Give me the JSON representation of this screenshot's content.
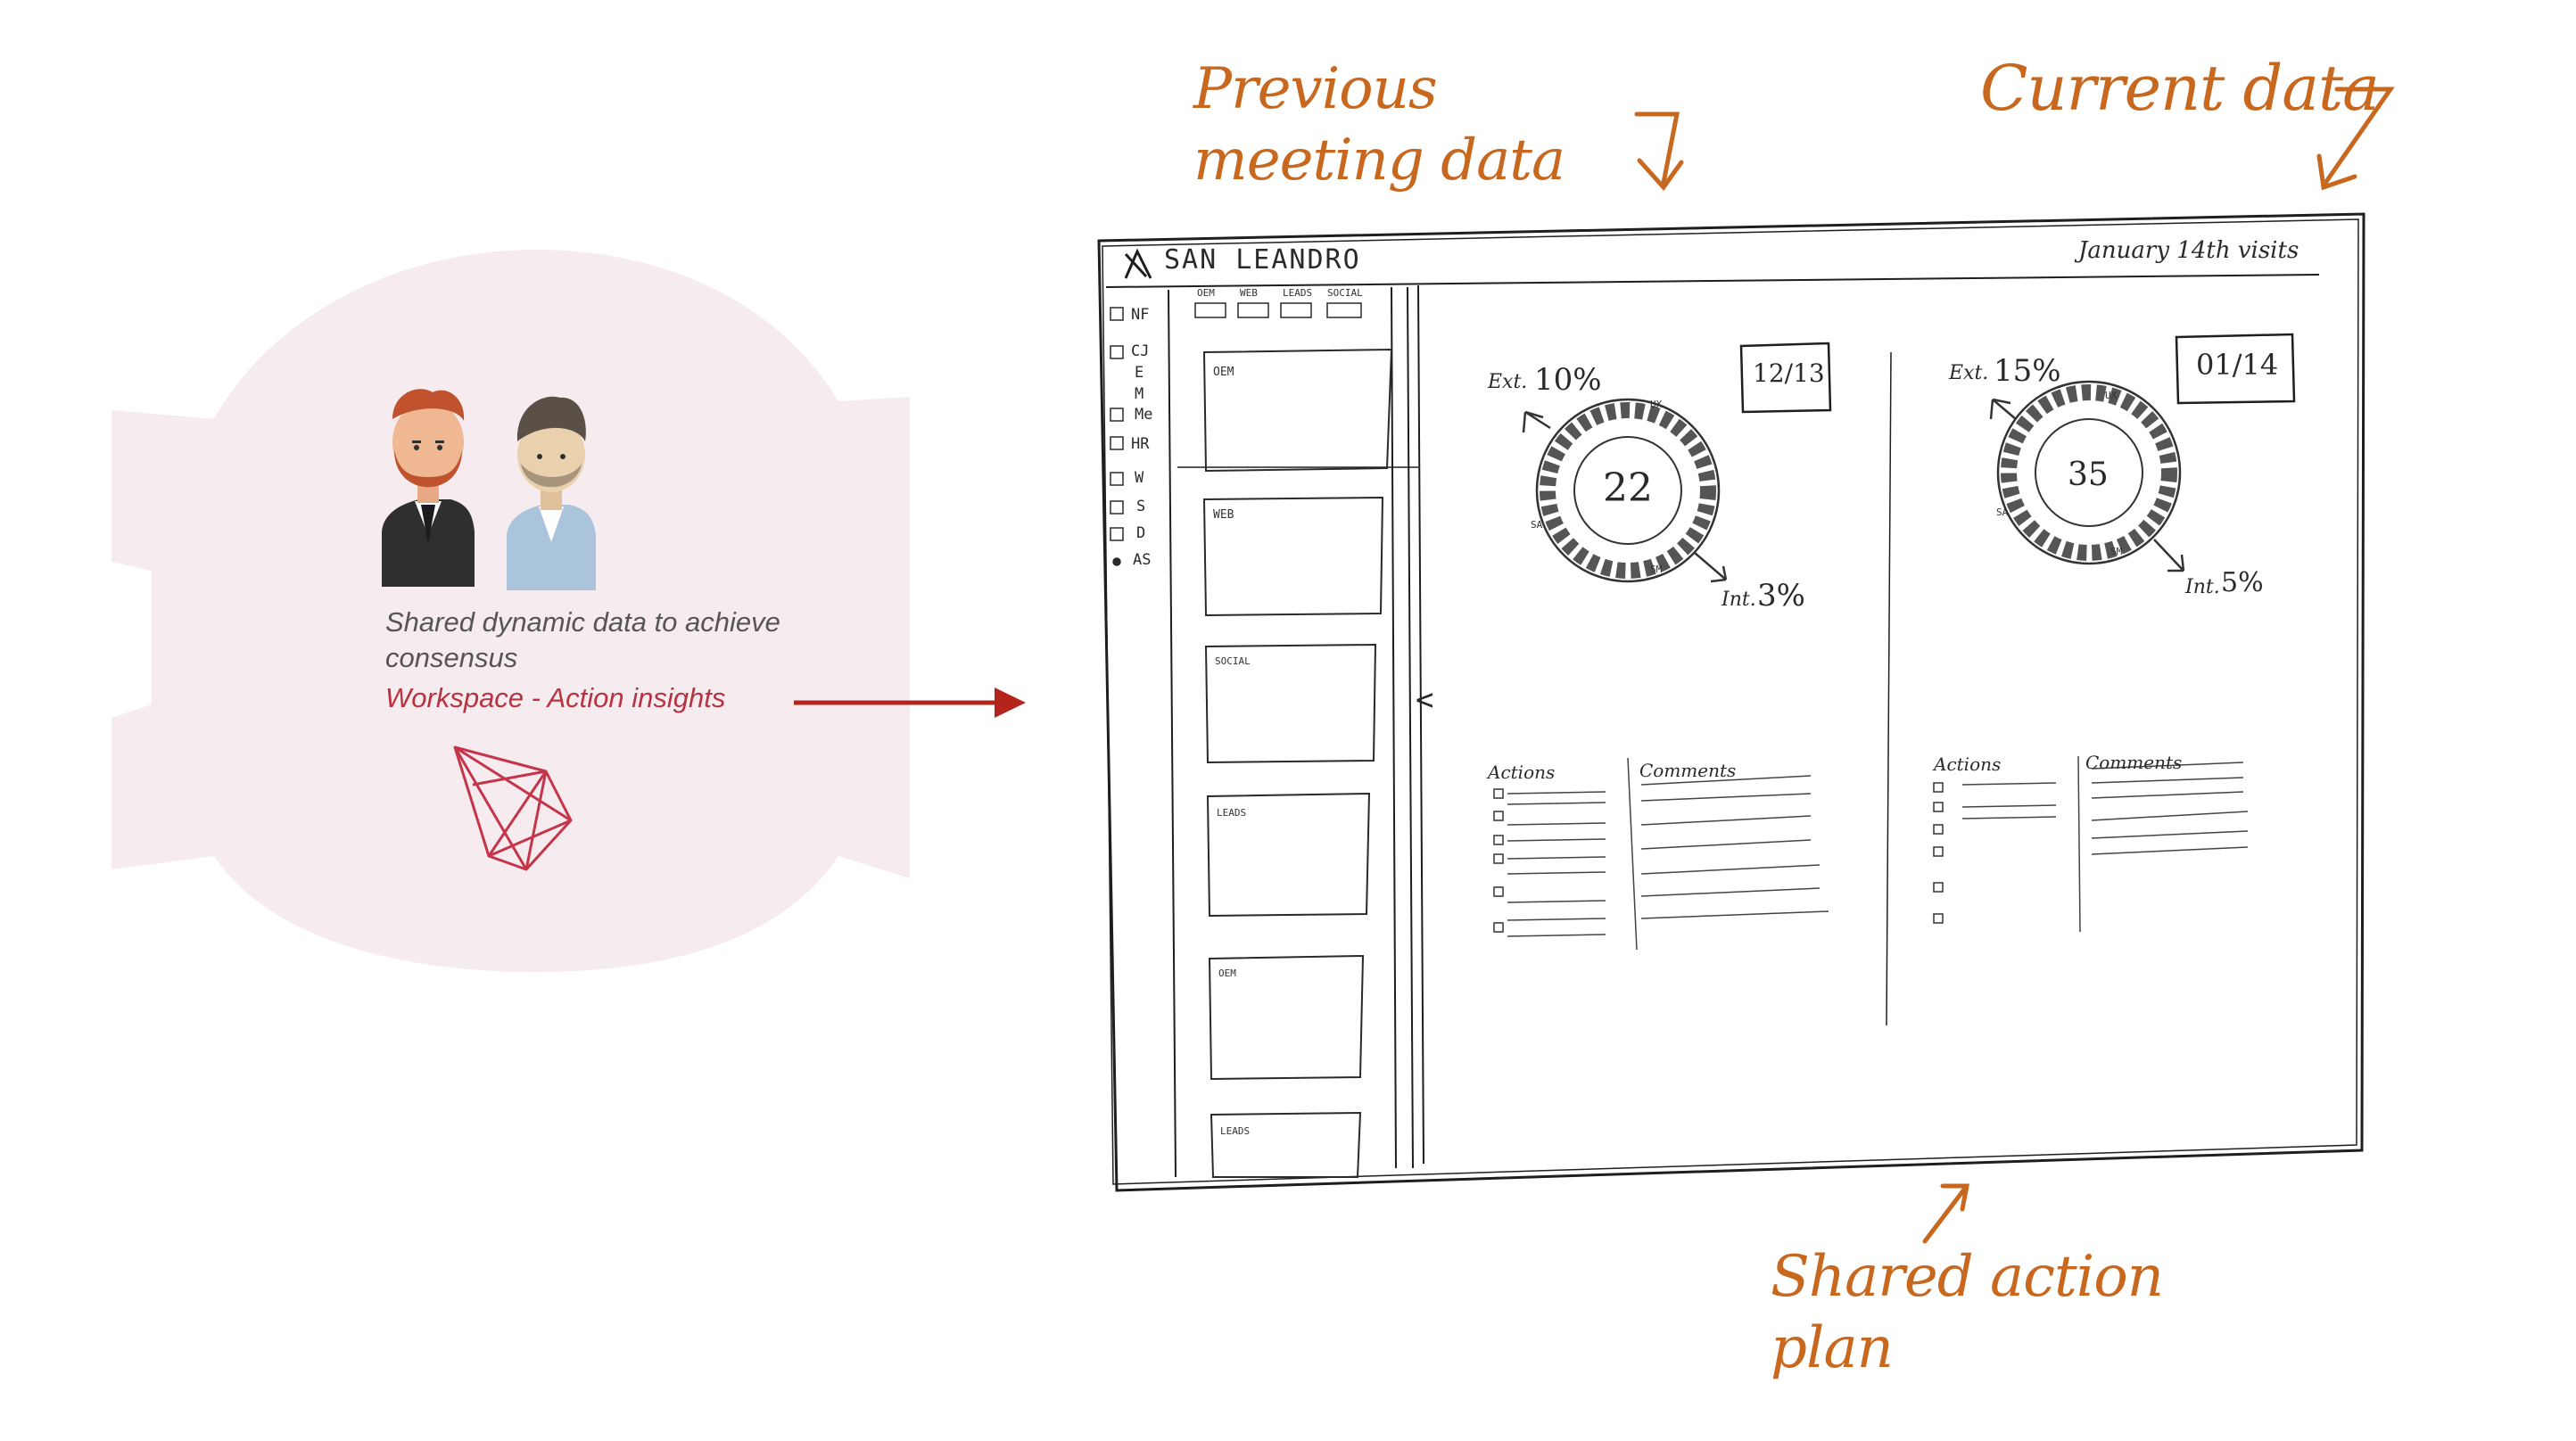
{
  "left_panel": {
    "caption": "Shared dynamic data to achieve consensus",
    "subtitle": "Workspace - Action insights",
    "avatar_icons": [
      "bearded-man-avatar-icon",
      "man-avatar-icon"
    ],
    "logo_icon": "geometric-crystal-logo-icon",
    "colors": {
      "blob": "#f6ecf0",
      "accent": "#b8323f",
      "arrow": "#b5241c"
    }
  },
  "annotations": {
    "previous": "Previous meeting data",
    "current": "Current data",
    "shared": "Shared action plan",
    "color": "#c8681f"
  },
  "sketch": {
    "brand": "SAN LEANDRO",
    "header_right": "January 14th visits",
    "tabs": [
      "OEM",
      "WEB",
      "LEADS",
      "SOCIAL"
    ],
    "side_nav": [
      "NF",
      "CJ",
      "E",
      "M",
      "Me",
      "HR",
      "W",
      "S",
      "D",
      "AS"
    ],
    "cards": [
      "OEM",
      "WEB",
      "SOCIAL",
      "LEADS",
      "OEM",
      "LEADS"
    ],
    "collapse_glyph": "<",
    "previous": {
      "date": "12/13",
      "ext_label": "Ext.",
      "ext_value": "10%",
      "int_label": "Int.",
      "int_value": "3%",
      "score": "22",
      "ring_labels": [
        "UX",
        "SA",
        "SM"
      ]
    },
    "current": {
      "date": "01/14",
      "ext_label": "Ext.",
      "ext_value": "15%",
      "int_label": "Int.",
      "int_value": "5%",
      "score": "35",
      "ring_labels": [
        "UX",
        "SA",
        "SM"
      ]
    },
    "actions_label": "Actions",
    "comments_label": "Comments"
  }
}
